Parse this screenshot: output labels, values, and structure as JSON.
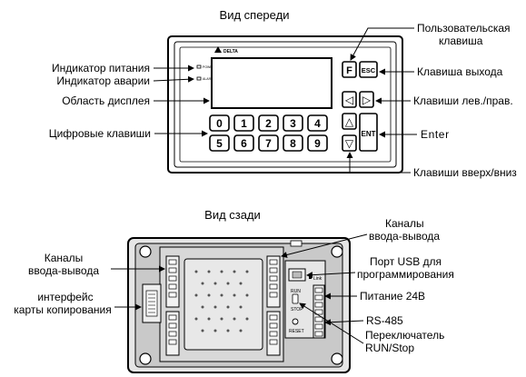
{
  "front": {
    "title": "Вид спереди",
    "brand_logo_text": "DELTA",
    "led_power_text": "POWER",
    "led_alarm_text": "ALARM",
    "keys": {
      "f": "F",
      "esc": "ESC",
      "left": "◁",
      "right": "▷",
      "up": "△",
      "down": "▽",
      "ent": "ENT",
      "digits_row1": [
        "0",
        "1",
        "2",
        "3",
        "4"
      ],
      "digits_row2": [
        "5",
        "6",
        "7",
        "8",
        "9"
      ]
    },
    "labels": {
      "power_indicator": "Индикатор питания",
      "alarm_indicator": "Индикатор аварии",
      "display_area": "Область дисплея",
      "numeric_keys": "Цифровые клавиши",
      "user_key_line1": "Пользовательская",
      "user_key_line2": "клавиша",
      "exit_key": "Клавиша выхода",
      "left_right_keys": "Клавиши лев./прав.",
      "enter": "Enter",
      "up_down_keys": "Клавиши вверх/вниз"
    }
  },
  "rear": {
    "title": "Вид сзади",
    "port_texts": {
      "link": "Link",
      "run": "RUN",
      "stop": "STOP",
      "reset": "RESET"
    },
    "labels": {
      "io_channels_left_line1": "Каналы",
      "io_channels_left_line2": "ввода-вывода",
      "copy_card_line1": "интерфейс",
      "copy_card_line2": "карты копирования",
      "io_channels_top_line1": "Каналы",
      "io_channels_top_line2": "ввода-вывода",
      "usb_line1": "Порт USB для",
      "usb_line2": "программирования",
      "power_24v": "Питание 24В",
      "rs485": "RS-485",
      "switch_line1": "Переключатель",
      "switch_line2": "RUN/Stop"
    }
  }
}
